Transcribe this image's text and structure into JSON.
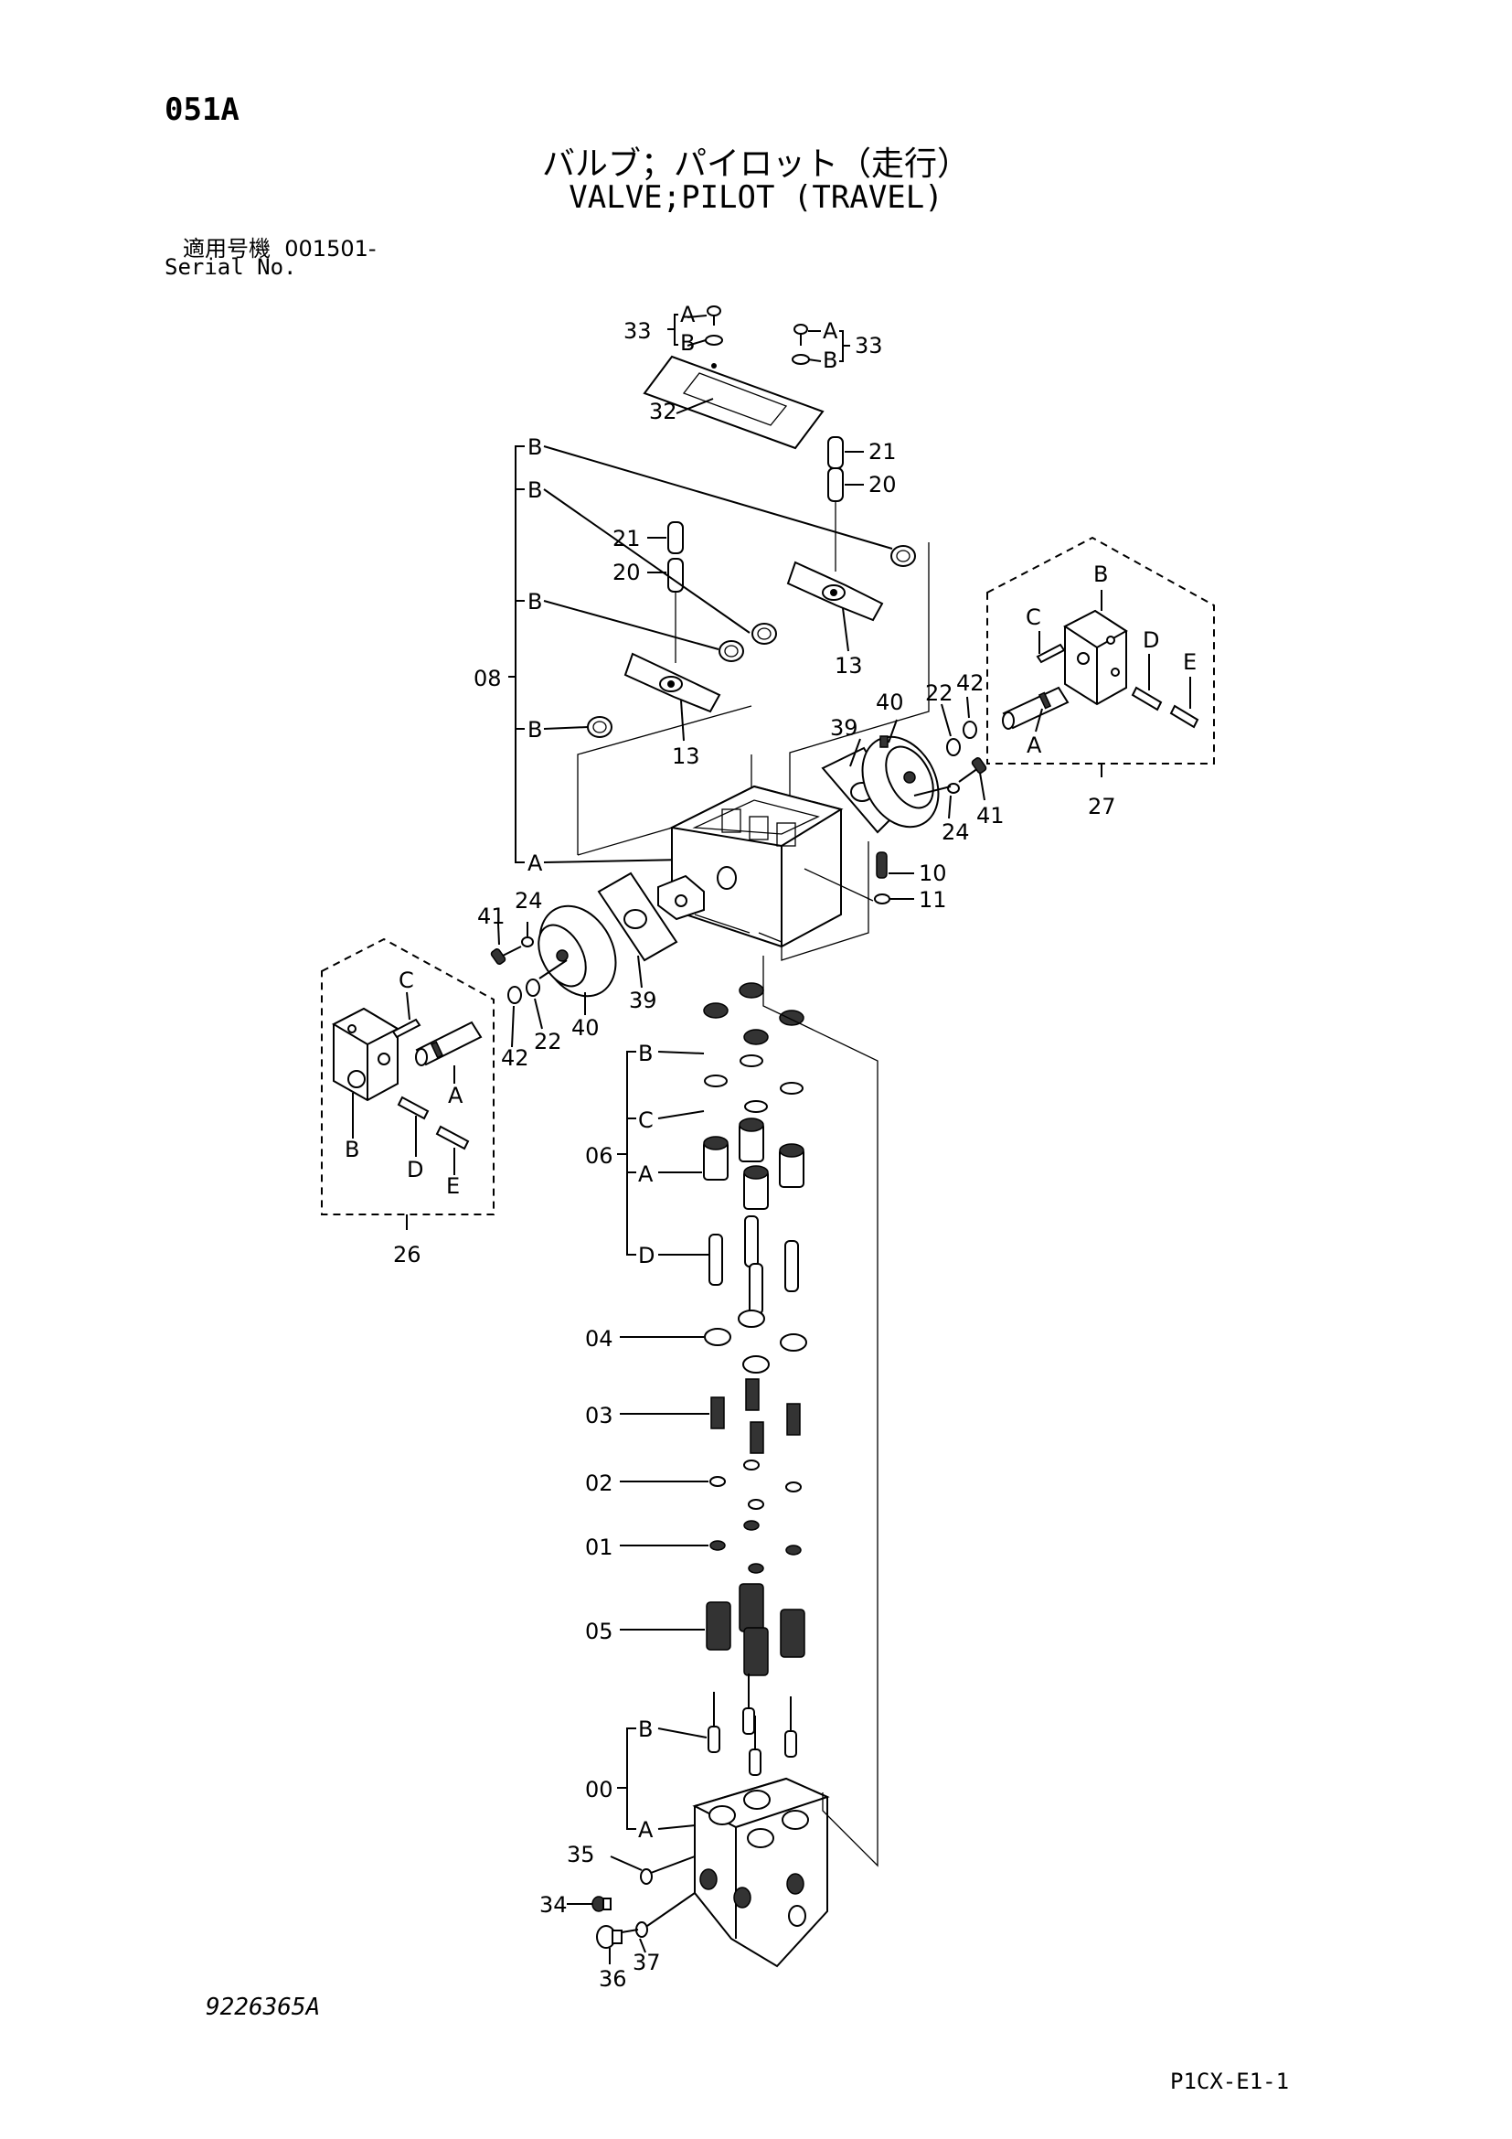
{
  "header": {
    "page_code": "051A",
    "title_jp": "バルブ；パイロット（走行）",
    "title_en": "VALVE;PILOT (TRAVEL)",
    "serial_label_jp": "適用号機",
    "serial_value": "001501-",
    "serial_label_en": "Serial No."
  },
  "footer": {
    "drawing_number": "9226365A",
    "page_reference": "P1CX-E1-1"
  },
  "callouts": {
    "c33a": "33",
    "c33b": "33",
    "c32": "32",
    "c21a": "21",
    "c20a": "20",
    "c21b": "21",
    "c20b": "20",
    "c08": "08",
    "c13a": "13",
    "c13b": "13",
    "c40a": "40",
    "c39a": "39",
    "c22a": "22",
    "c42a": "42",
    "c24a": "24",
    "c41a": "41",
    "c27": "27",
    "c10": "10",
    "c11": "11",
    "c41b": "41",
    "c24b": "24",
    "c39b": "39",
    "c40b": "40",
    "c42b": "42",
    "c22b": "22",
    "c26": "26",
    "c06": "06",
    "c04": "04",
    "c03": "03",
    "c02": "02",
    "c01": "01",
    "c05": "05",
    "c00": "00",
    "c35": "35",
    "c34": "34",
    "c36": "36",
    "c37": "37"
  },
  "letters": {
    "A": "A",
    "B": "B",
    "C": "C",
    "D": "D",
    "E": "E"
  }
}
